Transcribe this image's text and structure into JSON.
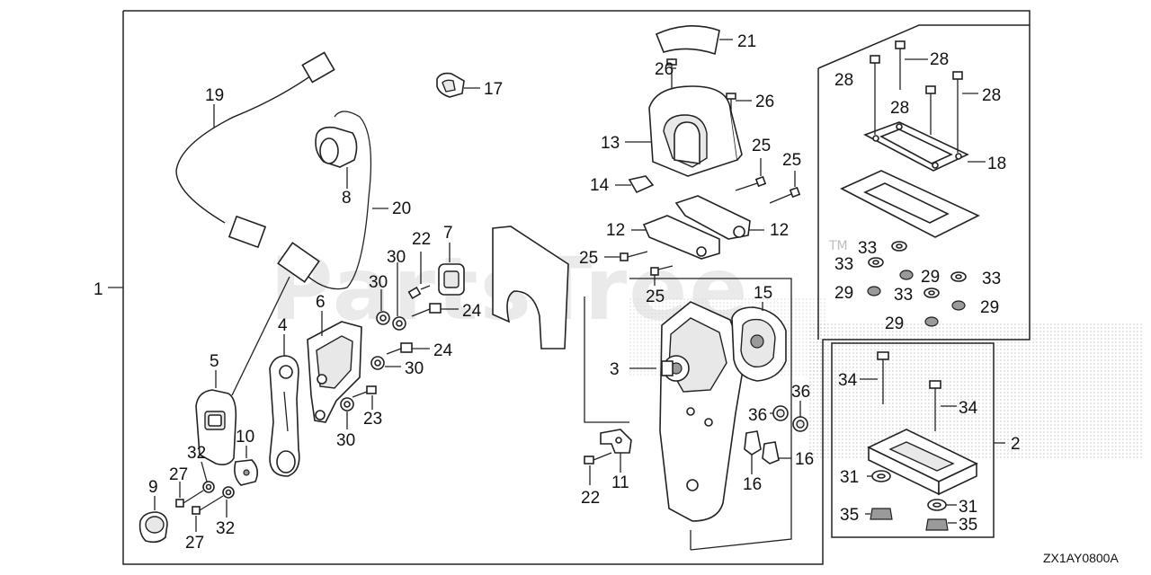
{
  "diagram": {
    "reference_code": "ZX1AY0800A",
    "watermark": "PartsTree",
    "watermark_tm": "TM",
    "callouts": {
      "c1": "1",
      "c2": "2",
      "c3": "3",
      "c4": "4",
      "c5": "5",
      "c6": "6",
      "c7": "7",
      "c8": "8",
      "c9": "9",
      "c10": "10",
      "c11": "11",
      "c12a": "12",
      "c12b": "12",
      "c13": "13",
      "c14": "14",
      "c15": "15",
      "c16a": "16",
      "c16b": "16",
      "c17": "17",
      "c18": "18",
      "c19": "19",
      "c20": "20",
      "c21": "21",
      "c22a": "22",
      "c22b": "22",
      "c23": "23",
      "c24a": "24",
      "c24b": "24",
      "c25a": "25",
      "c25b": "25",
      "c25c": "25",
      "c25d": "25",
      "c26a": "26",
      "c26b": "26",
      "c27a": "27",
      "c27b": "27",
      "c28a": "28",
      "c28b": "28",
      "c28c": "28",
      "c28d": "28",
      "c29a": "29",
      "c29b": "29",
      "c29c": "29",
      "c29d": "29",
      "c30a": "30",
      "c30b": "30",
      "c30c": "30",
      "c30d": "30",
      "c31a": "31",
      "c31b": "31",
      "c32a": "32",
      "c32b": "32",
      "c33a": "33",
      "c33b": "33",
      "c33c": "33",
      "c33d": "33",
      "c34a": "34",
      "c34b": "34",
      "c35a": "35",
      "c35b": "35",
      "c36a": "36",
      "c36b": "36"
    }
  }
}
